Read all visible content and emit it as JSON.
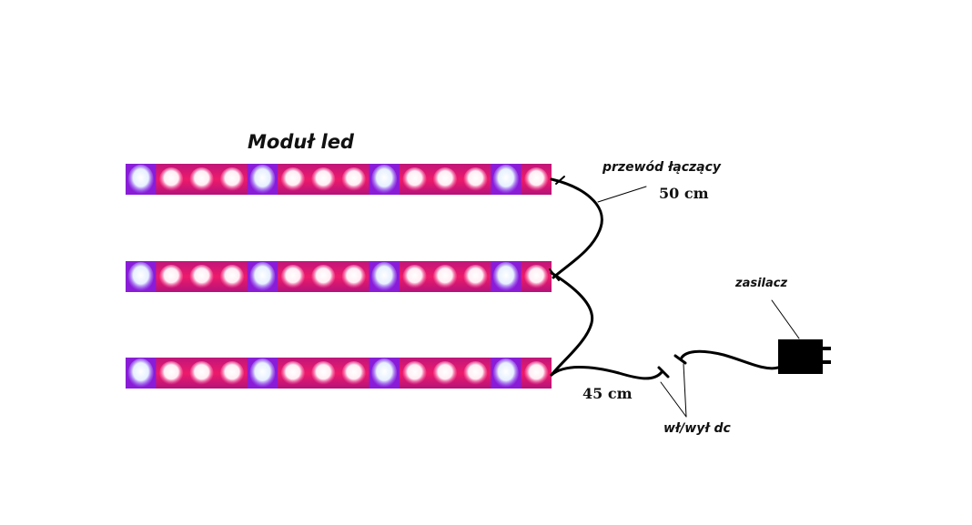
{
  "title": "Moduł led",
  "labels": {
    "module": "Moduł led",
    "connecting_cable": "przewód łączący",
    "connecting_cable_length": "50 cm",
    "lead_length": "45 cm",
    "switch": "wł/wył dc",
    "power_supply": "zasilacz"
  },
  "strips": {
    "count": 3,
    "leds_per_strip": 14,
    "led_colors": [
      "blue",
      "pink",
      "pink",
      "pink",
      "blue",
      "pink",
      "pink",
      "pink",
      "blue",
      "pink",
      "pink",
      "pink",
      "blue",
      "pink"
    ]
  },
  "colors": {
    "strip_base": "#e0186e",
    "strip_violet": "#8a1cd8",
    "led_pink": "#fff2f6",
    "led_blue": "#eef4ff",
    "wire": "#000000"
  }
}
